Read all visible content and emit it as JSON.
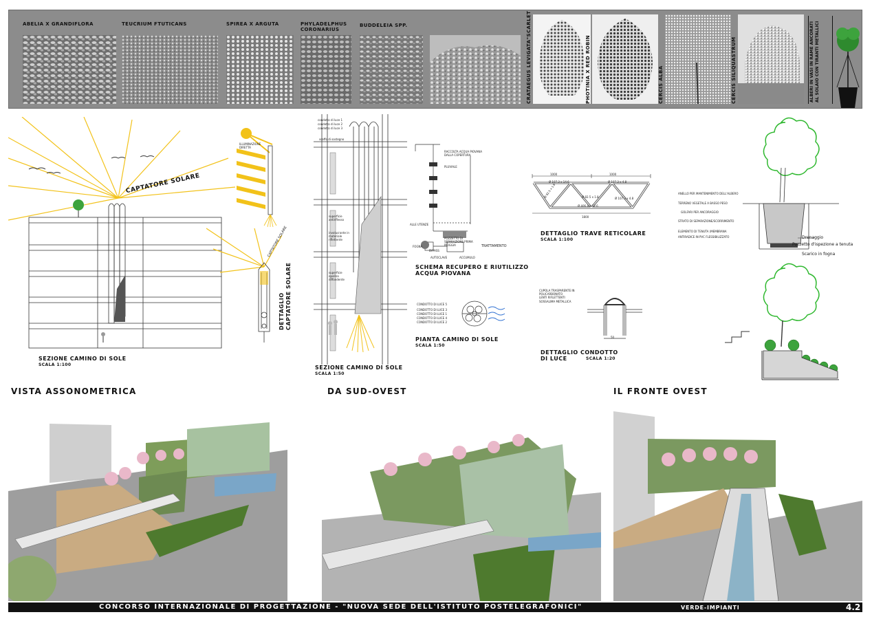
{
  "plants": {
    "shrubs": [
      {
        "name": "ABELIA X GRANDIFLORA"
      },
      {
        "name": "TEUCRIUM FTUTICANS"
      },
      {
        "name": "SPIREA X ARGUTA"
      },
      {
        "name": "PHYLADELPHUS CORONARIUS"
      },
      {
        "name": "BUDDELEIA SPP."
      }
    ],
    "trees": [
      {
        "name": "CRATAEGUS LEVIGATA\"SCARLET\""
      },
      {
        "name": "PHOTINIA X RED ROBIN"
      },
      {
        "name": "CERCIS ALBA"
      },
      {
        "name": "CERCIS SILIQUASTRUM"
      }
    ],
    "tree_pots_note": "ALBERI IN VASI IN RAME ANCORATI AL SOLAIO CON TIRANTI METALLICI"
  },
  "solar_chimney_section": {
    "label": "CAPTATORE SOLARE",
    "title": "SEZIONE CAMINO DI SOLE",
    "scale": "SCALA 1:100"
  },
  "solar_collector_detail": {
    "illumination_note": "ILLUMINAZIONE DIRETTA",
    "label": "CAPTATORE SOLARE",
    "title_line1": "DETTAGLIO",
    "title_line2": "CAPTATORE SOLARE"
  },
  "chimney_section_1_50": {
    "ducts": [
      "condotto di luce 1",
      "condotto di luce 2",
      "condotto di luce 3"
    ],
    "notes": [
      "scaffo di sostegno",
      "superficie antiriflesso",
      "involucrante in materiale riflettente",
      "superficie opalina diffondente"
    ],
    "title": "SEZIONE CAMINO DI SOLE",
    "scale": "SCALA 1:50"
  },
  "rainwater": {
    "collection": "RACCOLTA ACQUA PIOVANA DALLA COPERTURA",
    "downpipe": "PLUVIALE",
    "users": "ALLE UTENZE",
    "separator": "POZZETTO DI SEPARAZIONE PRIMA PIOGGIA",
    "treatment": "TRATTAMENTO",
    "sewer": "FOGNA",
    "bypass": "BYPASS",
    "autoclave": "AUTOCLAVE",
    "storage": "ACCUMULO",
    "title_line1": "SCHEMA RECUPERO E RIUTILIZZO",
    "title_line2": "ACQUA PIOVANA"
  },
  "chimney_plan": {
    "ducts": [
      "CONDOTTO DI LUCE 5",
      "CONDOTTO DI LUCE 3",
      "CONDOTTO DI LUCE 1",
      "CONDOTTO DI LUCE 4",
      "CONDOTTO DI LUCE 2"
    ],
    "title": "PIANTA CAMINO DI SOLE",
    "scale": "SCALA 1:50"
  },
  "truss": {
    "top_dims": [
      "1000",
      "1000"
    ],
    "total_dim": "1800",
    "member_labels": [
      "Ø 107.3 x 14.6",
      "Ø 82.5 x 1.8",
      "Ø 107.3 x 4.8",
      "Ø 406.4 x 12.6",
      "Ø 82.5 x 1.8",
      "Ø 107.3 x 4.8"
    ],
    "title": "DETTAGLIO TRAVE RETICOLARE",
    "scale": "SCALA 1:100"
  },
  "light_duct": {
    "notes": [
      "CUPOLA TRASPARENTE IN POLICARBONATO",
      "LENTI RIFLETTENTI",
      "SOSSALIMA METALLICA"
    ],
    "dimension": "50",
    "title_line1": "DETTAGLIO CONDOTTO",
    "title_line2": "DI LUCE",
    "scale": "SCALA 1:20"
  },
  "tree_pit": {
    "notes": [
      "ANELLO PER MANTENIMENTO DELL'ALBERO",
      "TERRENO VEGETALE A BASSO PESO",
      "GOLFARI PER ANCORAGGIO",
      "STRATO DI SEPARAZIONE/SCORRIMENTO",
      "ELEMENTO DI TENUTA (MEMBRANA",
      "ANTIRADICE IN PVC FLESSIBILIZZATO"
    ],
    "drainage": [
      "Drenaggio",
      "Pozzetto d'ispezione a tenuta",
      "Scarico in fogna"
    ]
  },
  "views": [
    {
      "heading": "VISTA ASSONOMETRICA"
    },
    {
      "heading": "DA SUD-OVEST"
    },
    {
      "heading": "IL FRONTE OVEST"
    }
  ],
  "footer": {
    "title": "CONCORSO INTERNAZIONALE DI PROGETTAZIONE - \"NUOVA SEDE DELL'ISTITUTO POSTELEGRAFONICI\"",
    "section": "VERDE-IMPIANTI",
    "page": "4.2"
  },
  "colors": {
    "sun_rays": "#f2c21a",
    "tree_outline": "#2fb82f",
    "band_gray": "#8c8c8c",
    "footer": "#111111"
  }
}
